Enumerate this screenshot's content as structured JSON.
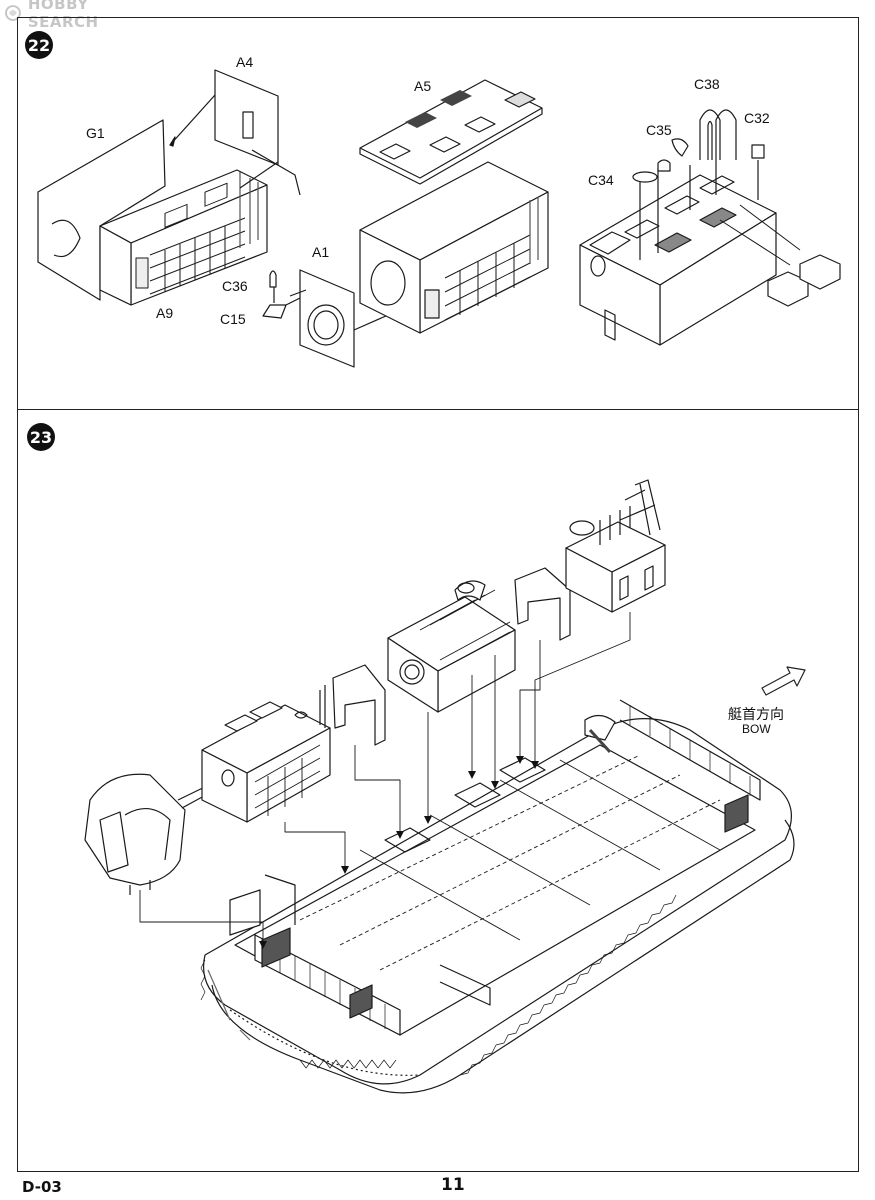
{
  "watermark": {
    "text": "HOBBY SEARCH"
  },
  "steps": [
    {
      "number": "22"
    },
    {
      "number": "23"
    }
  ],
  "step22": {
    "part_labels": {
      "A4": "A4",
      "G1": "G1",
      "A9": "A9",
      "C36": "C36",
      "C15": "C15",
      "A1": "A1",
      "A5": "A5",
      "C34": "C34",
      "C35": "C35",
      "C38": "C38",
      "C32": "C32"
    }
  },
  "step23": {
    "direction_label_cn": "艇首方向",
    "direction_label_en": "BOW"
  },
  "footer": {
    "code": "D-03",
    "page": "11"
  },
  "colors": {
    "line": "#1a1a1a",
    "shade": "#9a9a9a",
    "frame": "#222222"
  }
}
